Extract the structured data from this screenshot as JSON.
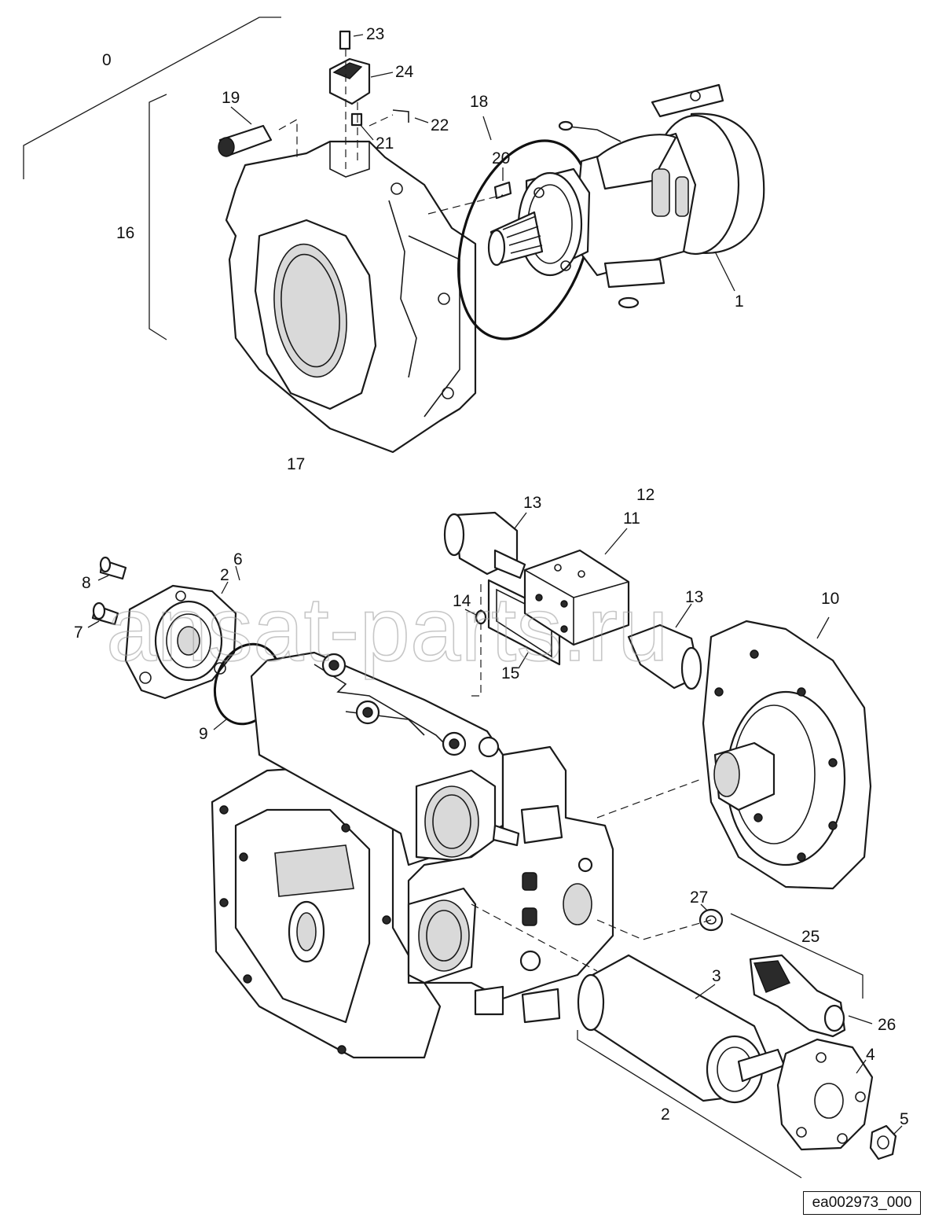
{
  "drawing": {
    "reference_id": "ea002973_000",
    "watermark": "ansat-parts.ru"
  },
  "callouts": {
    "c0": "0",
    "c1": "1",
    "c2a": "2",
    "c2b": "2",
    "c3": "3",
    "c4": "4",
    "c5": "5",
    "c6": "6",
    "c7": "7",
    "c8": "8",
    "c9": "9",
    "c10": "10",
    "c11": "11",
    "c12": "12",
    "c13a": "13",
    "c13b": "13",
    "c14": "14",
    "c15": "15",
    "c16": "16",
    "c17": "17",
    "c18": "18",
    "c19": "19",
    "c20": "20",
    "c21": "21",
    "c22": "22",
    "c23": "23",
    "c24": "24",
    "c25": "25",
    "c26": "26",
    "c27": "27"
  }
}
